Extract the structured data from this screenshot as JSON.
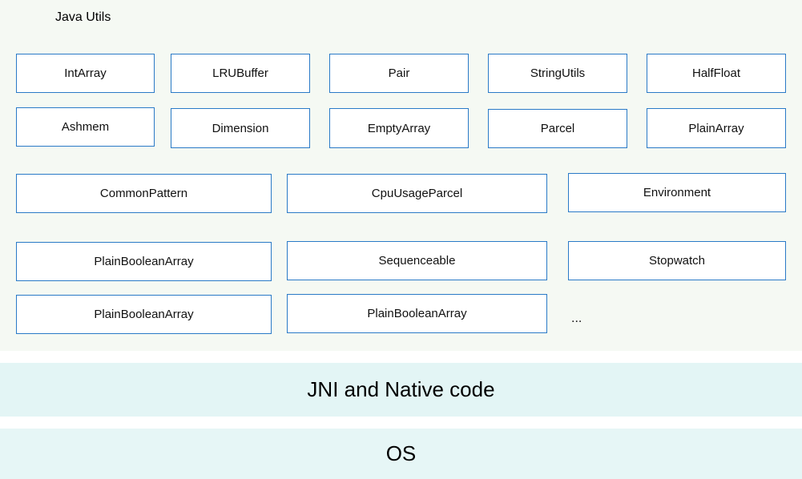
{
  "java_layer": {
    "title": "Java Utils",
    "row1": [
      "IntArray",
      "LRUBuffer",
      "Pair",
      "StringUtils",
      "HalfFloat"
    ],
    "row2": [
      "Ashmem",
      "Dimension",
      "EmptyArray",
      "Parcel",
      "PlainArray"
    ],
    "row3": [
      "CommonPattern",
      "CpuUsageParcel",
      "Environment"
    ],
    "row4": [
      "PlainBooleanArray",
      "Sequenceable",
      "Stopwatch"
    ],
    "row5": [
      "PlainBooleanArray",
      "PlainBooleanArray"
    ],
    "more": "..."
  },
  "jni_layer": {
    "label": "JNI and Native code"
  },
  "os_layer": {
    "label": "OS"
  },
  "colors": {
    "java_bg": "#f5f9f3",
    "box_border": "#2a7ac7",
    "jni_bg": "#e3f5f5",
    "os_bg": "#e6f6f6"
  }
}
